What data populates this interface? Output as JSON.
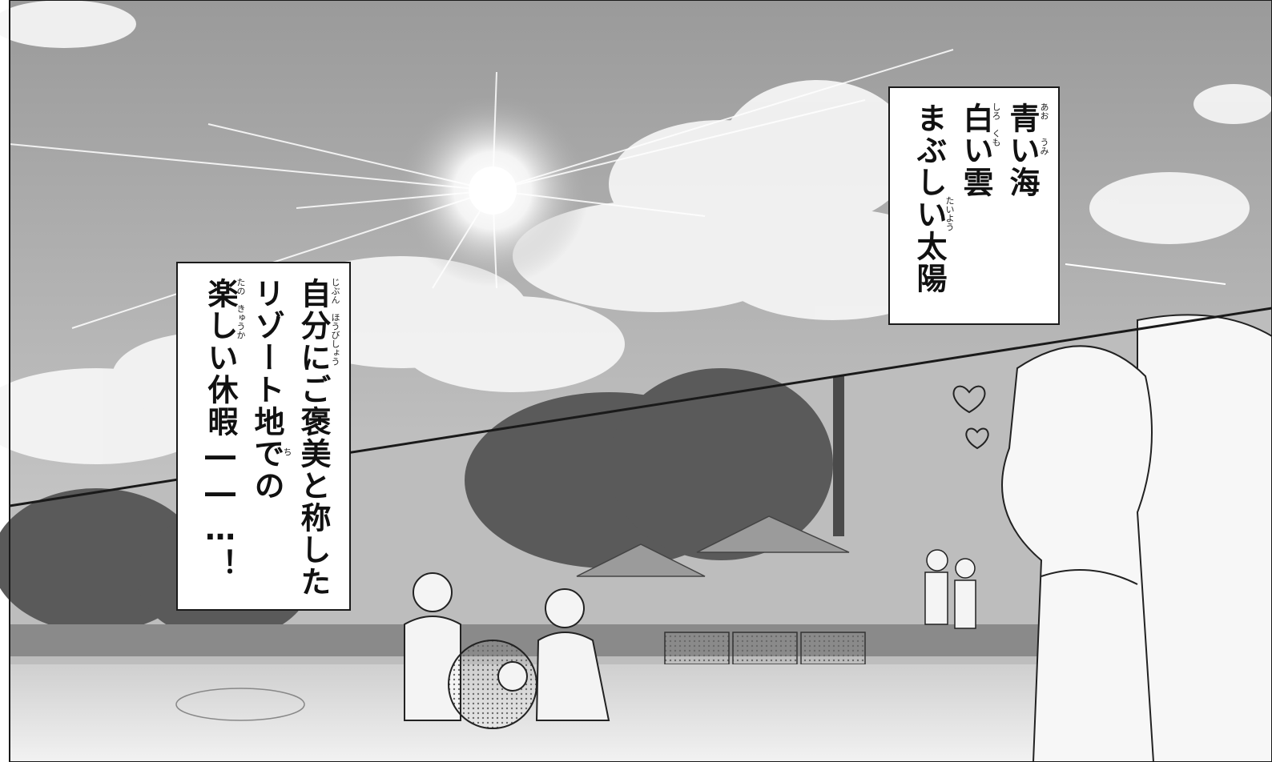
{
  "captions": {
    "top_right": {
      "lines": [
        "青い海",
        "白い雲",
        "まぶしい太陽"
      ],
      "ruby": [
        "あお　　うみ",
        "しろ　くも",
        "たいよう"
      ]
    },
    "left": {
      "lines": [
        "自分にご褒美と称した",
        "リゾート地での",
        "楽しい休暇――…！"
      ],
      "ruby": [
        "じぶん　ほうびしょう",
        "ち",
        "たの　きゅうか"
      ]
    }
  },
  "illustration": {
    "sky_icon": "sun-icon",
    "heart_icon": "heart-icon",
    "colors": {
      "panel_border": "#1a1a1a",
      "sky": "#a8a8a8",
      "ground": "#777777",
      "highlight": "#ffffff"
    }
  }
}
